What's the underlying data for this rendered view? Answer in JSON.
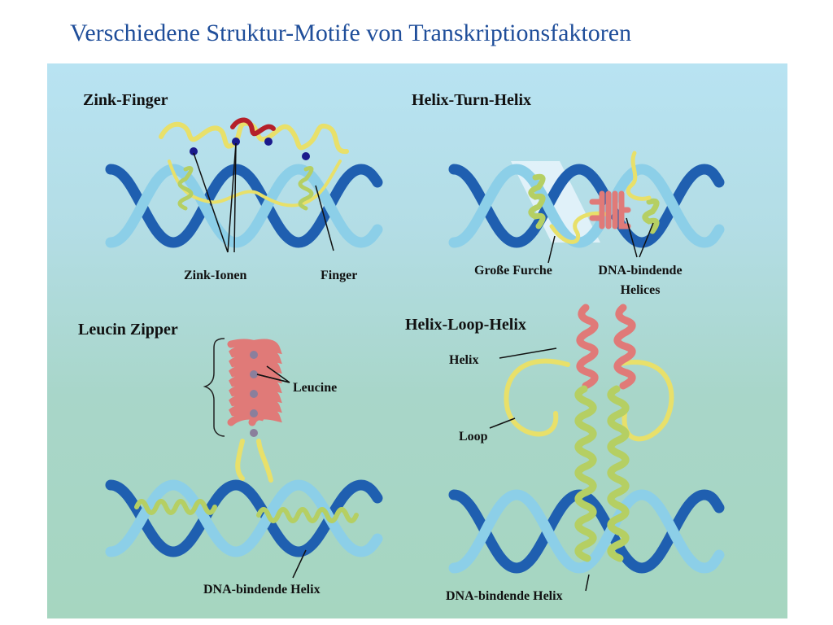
{
  "title": "Verschiedene Struktur-Motife von Transkriptionsfaktoren",
  "sections": {
    "zinc_finger": {
      "title": "Zink-Finger",
      "label_ions": "Zink-Ionen",
      "label_finger": "Finger"
    },
    "hth": {
      "title": "Helix-Turn-Helix",
      "label_groove": "Große Furche",
      "label_helices_1": "DNA-bindende",
      "label_helices_2": "Helices"
    },
    "leucine_zipper": {
      "title": "Leucin Zipper",
      "label_leucine": "Leucine",
      "label_dna_helix": "DNA-bindende Helix"
    },
    "hlh": {
      "title": "Helix-Loop-Helix",
      "label_helix": "Helix",
      "label_loop": "Loop",
      "label_dna_helix": "DNA-bindende Helix"
    }
  },
  "colors": {
    "title": "#1f4e9a",
    "dna_dark": "#1f5fb0",
    "dna_light": "#8ccfe8",
    "protein_yellow": "#e8e06a",
    "helix_green": "#b5cf63",
    "helix_red": "#e07a78",
    "zinc_ion": "#1a1a8c"
  }
}
